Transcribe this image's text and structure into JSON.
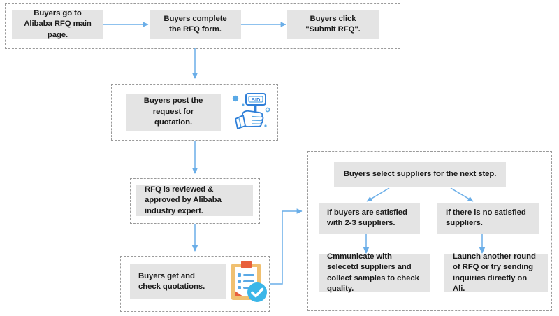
{
  "diagram": {
    "title": "Alibaba RFQ process flowchart",
    "colors": {
      "node_fill": "#e4e4e4",
      "node_text": "#1b1b1b",
      "connector": "#6aaee8",
      "group_border": "#9a9a9a",
      "icon_blue": "#2f7fd8",
      "icon_light_blue": "#5aa9e6",
      "icon_orange": "#e8603c",
      "icon_tan": "#f0c070",
      "icon_check": "#3bb6e8",
      "background": "#ffffff"
    },
    "groups": [
      {
        "id": "group-submit-rfq"
      },
      {
        "id": "group-post-rfq"
      },
      {
        "id": "group-review-rfq"
      },
      {
        "id": "group-check-quotations"
      },
      {
        "id": "group-supplier-selection"
      }
    ],
    "nodes": {
      "step1": "Buyers go to Alibaba RFQ main page.",
      "step2": "Buyers complete the RFQ form.",
      "step3": "Buyers click \"Submit RFQ\".",
      "step4": "Buyers post  the request for quotation.",
      "step5": "RFQ is reviewed & approved by Alibaba industry expert.",
      "step6": "Buyers get and check quotations.",
      "step7": "Buyers select suppliers for the next step.",
      "branch_satisfied": "If buyers are satisfied with 2-3 suppliers.",
      "branch_not_satisfied": "If there is no satisfied suppliers.",
      "outcome_satisfied": "Cmmunicate with selecetd suppliers and collect samples to check quality.",
      "outcome_not_satisfied": "Launch another round of RFQ or try sending inquiries directly on Ali."
    },
    "icons": {
      "bid_paddle_label": "BID",
      "bid_paddle_name": "bid-paddle-hand-icon",
      "clipboard_name": "clipboard-check-icon"
    }
  }
}
